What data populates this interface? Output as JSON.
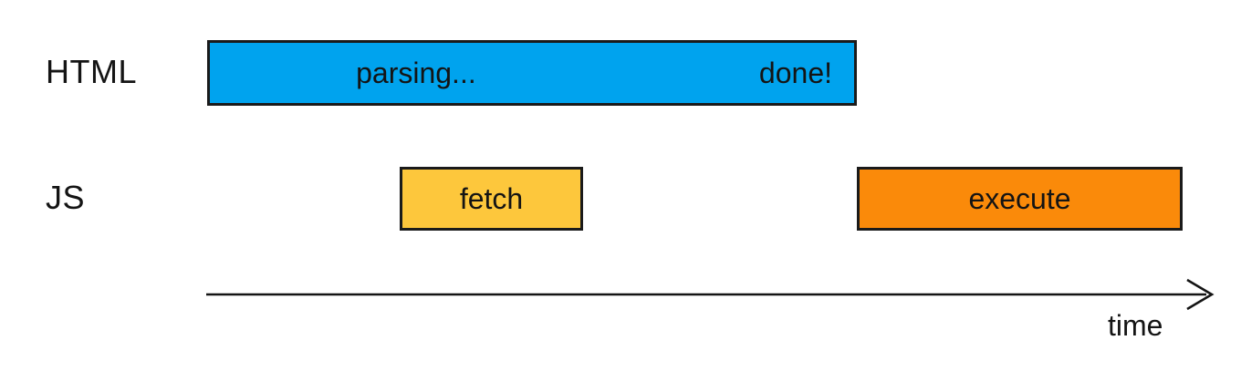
{
  "rows": [
    {
      "label": "HTML",
      "bars": [
        {
          "name": "parsing",
          "text_left": "parsing...",
          "text_right": "done!",
          "color": "#00A3EE"
        }
      ]
    },
    {
      "label": "JS",
      "bars": [
        {
          "name": "fetch",
          "label": "fetch",
          "color": "#FDC73C"
        },
        {
          "name": "execute",
          "label": "execute",
          "color": "#FA8A0A"
        }
      ]
    }
  ],
  "axis": {
    "label": "time"
  },
  "colors": {
    "parsing_bar": "#00A3EE",
    "fetch_bar": "#FDC73C",
    "execute_bar": "#FA8A0A",
    "ink": "#141414",
    "background": "#FFFFFF"
  }
}
